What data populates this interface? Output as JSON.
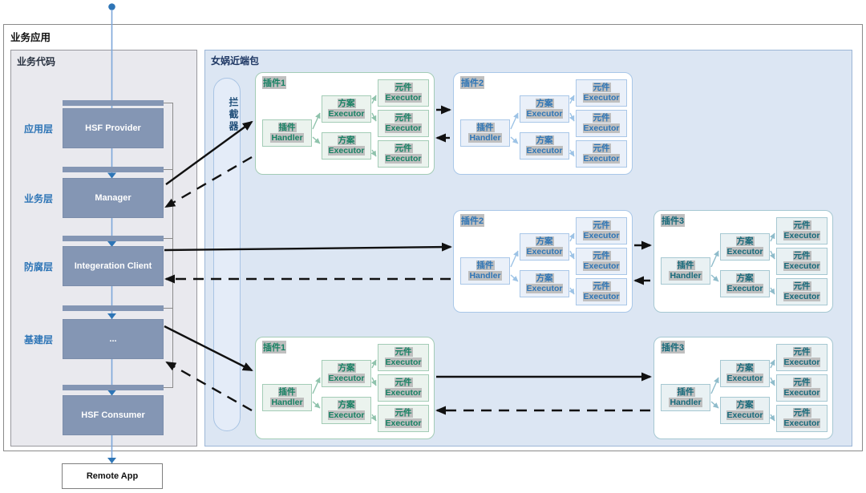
{
  "app_title": "业务应用",
  "business_code": {
    "title": "业务代码",
    "layers": [
      {
        "label": "应用层",
        "box": "HSF Provider"
      },
      {
        "label": "业务层",
        "box": "Manager"
      },
      {
        "label": "防腐层",
        "box": "Integeration Client"
      },
      {
        "label": "基建层",
        "box": "..."
      },
      {
        "label": "",
        "box": "HSF Consumer"
      }
    ]
  },
  "remote_app_label": "Remote App",
  "nuwa": {
    "title": "女娲近端包",
    "interceptor_label": "拦截器",
    "node_labels": {
      "handler": {
        "zh": "插件",
        "en": "Handler"
      },
      "solution": {
        "zh": "方案",
        "en": "Executor"
      },
      "component": {
        "zh": "元件",
        "en": "Executor"
      }
    },
    "plugins": [
      {
        "title": "插件1",
        "theme": "green",
        "position": "top-left"
      },
      {
        "title": "插件2",
        "theme": "blue",
        "position": "top-right"
      },
      {
        "title": "插件2",
        "theme": "blue",
        "position": "middle-left"
      },
      {
        "title": "插件3",
        "theme": "teal",
        "position": "middle-right"
      },
      {
        "title": "插件1",
        "theme": "green",
        "position": "bottom-left"
      },
      {
        "title": "插件3",
        "theme": "teal",
        "position": "bottom-right"
      }
    ]
  },
  "colors": {
    "slate_box": "#8496b4",
    "layer_label": "#2e75b6",
    "business_code_bg": "#e9e9ee",
    "nuwa_bg": "#dce6f3",
    "highlight": "#bfbfbf",
    "flow_line": "#7da7d9",
    "flow_arrow": "#2e75b6",
    "arrow_black": "#111111",
    "theme_green": {
      "text": "#178163",
      "border": "#a3ccb6",
      "fill": "#ebf3ee",
      "link": "#8fc3ac"
    },
    "theme_blue": {
      "text": "#2e75b6",
      "border": "#a9c7e8",
      "fill": "#eaf0f9",
      "link": "#9dc3e6"
    },
    "theme_teal": {
      "text": "#16697a",
      "border": "#a6c8d2",
      "fill": "#e9f1f3",
      "link": "#8fbccb"
    }
  }
}
